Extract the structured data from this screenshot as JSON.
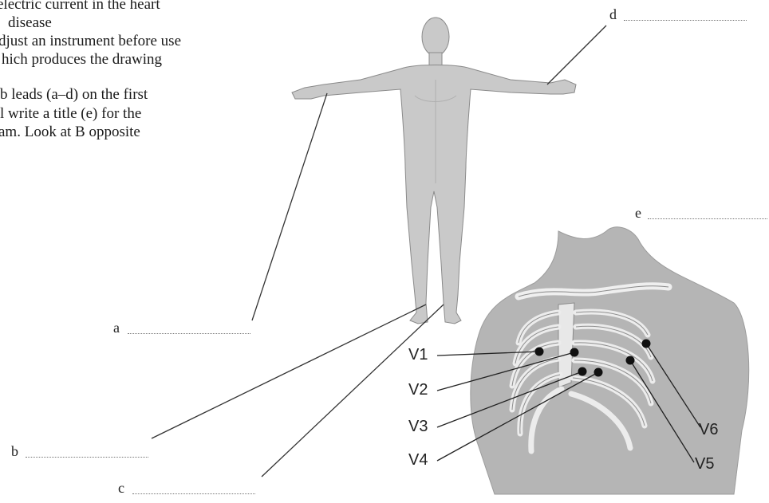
{
  "instructions": {
    "lines": [
      "electric current in the heart",
      "disease",
      "djust an instrument before use",
      "hich produces the drawing",
      "",
      "b leads (a–d) on the first",
      "l write a title (e) for the",
      "am. Look at B opposite"
    ]
  },
  "labels": {
    "a": "a",
    "b": "b",
    "c": "c",
    "d": "d",
    "e": "e"
  },
  "electrodes": {
    "v1": "V1",
    "v2": "V2",
    "v3": "V3",
    "v4": "V4",
    "v5": "V5",
    "v6": "V6"
  },
  "colors": {
    "body_fill": "#c9c9c9",
    "body_outline": "#8a8a8a",
    "torso_bg": "#b5b5b5",
    "rib": "#eeeeee",
    "leader_line": "#333333",
    "electrode": "#111111"
  }
}
